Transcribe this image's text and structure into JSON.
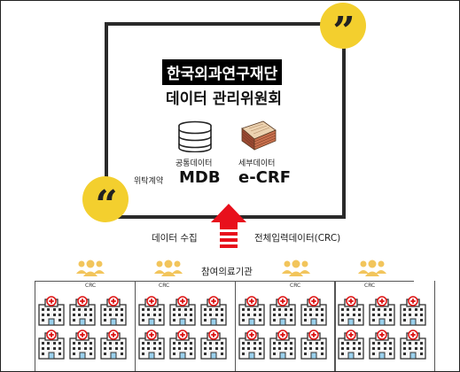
{
  "title_line1": "한국외과연구재단",
  "title_line2": "데이터 관리위원회",
  "mdb": {
    "caption": "공통데이터",
    "label": "MDB"
  },
  "ecrf": {
    "caption": "세부데이터",
    "label": "e-CRF"
  },
  "contract_label": "위탁계약",
  "collect_label": "데이터 수집",
  "input_label": "전체입력데이터(CRC)",
  "participants_label": "참여의료기관",
  "crc_label": "CRC",
  "colors": {
    "accent_yellow": "#f3cf2e",
    "arrow_red": "#e8101c",
    "frame": "#2a2a2a"
  },
  "icons": [
    "quote-open-icon",
    "quote-close-icon",
    "database-icon",
    "papers-icon",
    "up-arrow-icon",
    "people-group-icon",
    "hospital-building-icon"
  ]
}
